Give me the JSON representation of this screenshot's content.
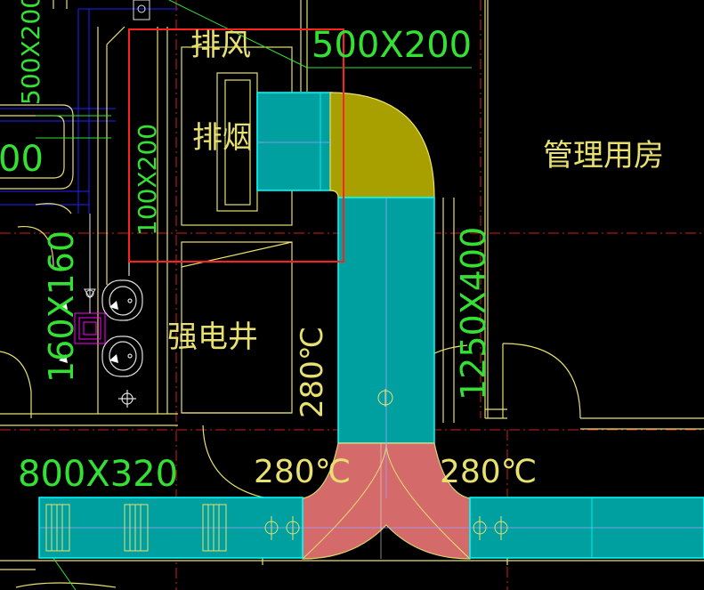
{
  "labels": {
    "exhaust_air": "排风",
    "smoke_exhaust": "排烟",
    "duct_top": "500X200",
    "management_room": "管理用房",
    "duct_left_vertical": "500X200",
    "left_00": "00",
    "duct_mid_vertical": "100X200",
    "electrical_shaft": "强电井",
    "duct_riser": "160X160",
    "temp_vertical": "280℃",
    "duct_main_vertical": "1250X400",
    "duct_main_bottom": "800X320",
    "temp_left": "280℃",
    "temp_right": "280℃"
  },
  "colors": {
    "background": "#000000",
    "wall": "#e8e070",
    "text_label": "#e8e070",
    "duct_text": "#34e034",
    "duct_fill": "#00a0a0",
    "duct_edge": "#00ffff",
    "elbow_fill": "#a8a000",
    "tee_fill": "#e07070",
    "selection_box": "#ff2020",
    "axis": "#cc2020",
    "blue": "#2020ff",
    "fixture": "#e0e0e0",
    "magenta": "#ff00ff"
  },
  "icons": [
    "fire-damper-icon",
    "washbasin-icon",
    "floor-drain-icon",
    "valve-icon"
  ]
}
